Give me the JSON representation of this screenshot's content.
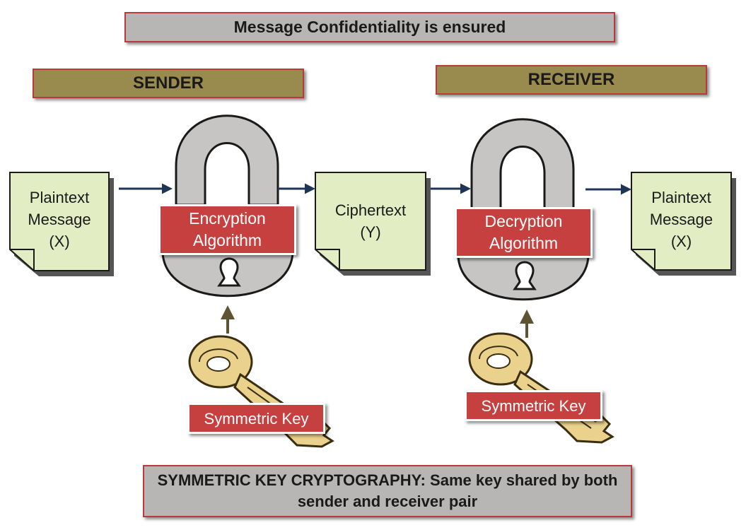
{
  "title": "Message Confidentiality is ensured",
  "sender": {
    "label": "SENDER"
  },
  "receiver": {
    "label": "RECEIVER"
  },
  "plaintext_in": {
    "line1": "Plaintext",
    "line2": "Message",
    "line3": "(X)"
  },
  "encryption": {
    "line1": "Encryption",
    "line2": "Algorithm"
  },
  "ciphertext": {
    "line1": "Ciphertext",
    "line2": "(Y)"
  },
  "decryption": {
    "line1": "Decryption",
    "line2": "Algorithm"
  },
  "plaintext_out": {
    "line1": "Plaintext",
    "line2": "Message",
    "line3": "(X)"
  },
  "sender_key": {
    "label": "Symmetric Key"
  },
  "receiver_key": {
    "label": "Symmetric Key"
  },
  "footer": {
    "line1": "SYMMETRIC KEY CRYPTOGRAPHY: Same key shared by both",
    "line2": "sender and receiver pair"
  },
  "colors": {
    "doc_fill": "#e3edc3",
    "lock_fill": "#c6c5c4",
    "label_red": "#c6403f",
    "banner_grey": "#b8b6b5",
    "banner_olive": "#998a4d",
    "flow_arrow": "#1e3557",
    "key_arrow": "#5e5434"
  }
}
